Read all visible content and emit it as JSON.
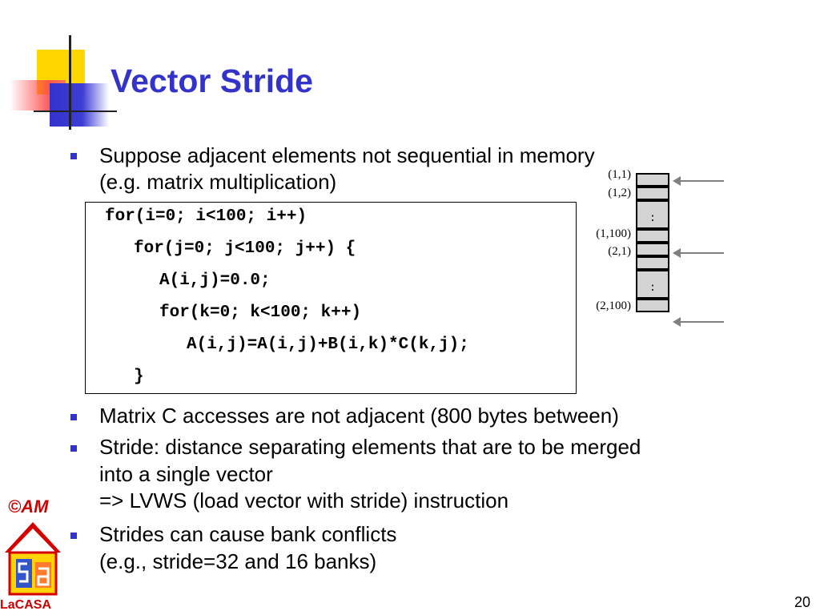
{
  "slide": {
    "title": "Vector Stride",
    "page_number": "20",
    "footer_logo_text_1": "©AM",
    "footer_logo_text_2": "LaCASA"
  },
  "bullets": [
    {
      "lines": [
        "Suppose adjacent elements not sequential in memory",
        "(e.g. matrix multiplication)"
      ]
    },
    {
      "lines": [
        "Matrix C accesses are not adjacent (800 bytes between)"
      ]
    },
    {
      "lines": [
        "Stride: distance separating elements that are to be merged",
        "into a single vector",
        "=> LVWS (load vector with stride) instruction"
      ]
    },
    {
      "lines": [
        "Strides can cause bank conflicts",
        "(e.g., stride=32 and 16 banks)"
      ]
    }
  ],
  "code": [
    "for(i=0; i<100; i++)",
    "for(j=0; j<100; j++) {",
    "A(i,j)=0.0;",
    "for(k=0; k<100; k++)",
    "A(i,j)=A(i,j)+B(i,k)*C(k,j);",
    "}"
  ],
  "memory": {
    "labels": [
      "(1,1)",
      "(1,2)",
      "(1,100)",
      "(2,1)",
      "(2,100)"
    ],
    "ellipsis": ":"
  },
  "colors": {
    "title": "#3333cc",
    "bullet": "#3333cc",
    "cell_fill": "#d4d4d4",
    "arrow": "#808080"
  }
}
